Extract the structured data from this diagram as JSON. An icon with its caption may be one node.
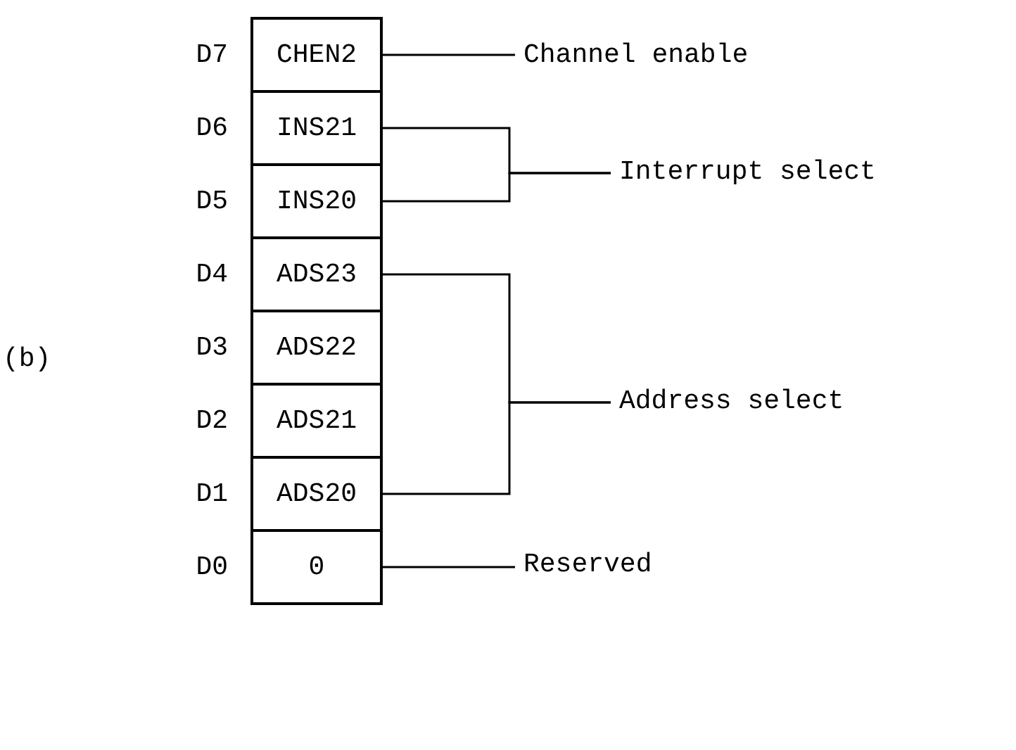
{
  "diagram": {
    "nodes": [
      {
        "text": [
          "CHEN2"
        ],
        "beside": [
          "D7"
        ]
      },
      {
        "text": [
          "INS21"
        ],
        "beside": [
          "D6"
        ]
      },
      {
        "text": [
          "INS20"
        ],
        "beside": [
          "D5"
        ]
      },
      {
        "text": [
          "ADS23"
        ],
        "beside": [
          "D4"
        ]
      },
      {
        "text": [
          "ADS22"
        ],
        "beside": [
          "D3"
        ]
      },
      {
        "text": [
          "ADS21"
        ],
        "beside": [
          "D2"
        ]
      },
      {
        "text": [
          "ADS20"
        ],
        "beside": [
          "D1"
        ]
      },
      {
        "text": [
          "0"
        ],
        "beside": [
          "D0"
        ]
      },
      {
        "text": [
          "Channel enable"
        ]
      },
      {
        "text": [
          "Interrupt select"
        ]
      },
      {
        "text": [
          "Address select"
        ]
      },
      {
        "text": [
          "Reserved"
        ]
      }
    ],
    "edges": [
      {
        "from": 0,
        "to": 8,
        "arrow": "none"
      },
      {
        "from": 1,
        "to": 9,
        "arrow": "none"
      },
      {
        "from": 2,
        "to": 9,
        "arrow": "none"
      },
      {
        "from": 3,
        "to": 10,
        "arrow": "none"
      },
      {
        "from": 6,
        "to": 10,
        "arrow": "none"
      },
      {
        "from": 7,
        "to": 11,
        "arrow": "none"
      }
    ],
    "labels": [
      "(b)"
    ]
  }
}
